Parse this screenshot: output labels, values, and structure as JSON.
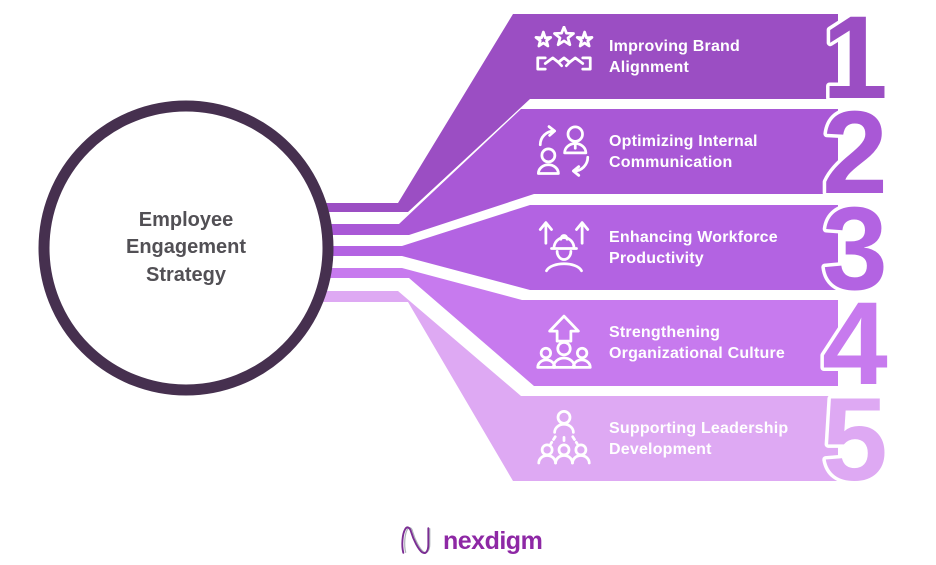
{
  "diagram_title": "Employee Engagement Strategy",
  "circle": {
    "label": "Employee Engagement Strategy",
    "stroke_color": "#46304F"
  },
  "items": [
    {
      "number": "1",
      "label": "Improving Brand Alignment",
      "icon": "stars-handshake-icon",
      "color": "#9B4EC3"
    },
    {
      "number": "2",
      "label": "Optimizing Internal Communication",
      "icon": "people-exchange-icon",
      "color": "#A958D6"
    },
    {
      "number": "3",
      "label": "Enhancing Workforce Productivity",
      "icon": "worker-growth-arrows-icon",
      "color": "#B363E2"
    },
    {
      "number": "4",
      "label": "Strengthening Organizational Culture",
      "icon": "team-up-arrow-icon",
      "color": "#C77AEE"
    },
    {
      "number": "5",
      "label": "Supporting Leadership Development",
      "icon": "leader-hierarchy-icon",
      "color": "#DEA9F3"
    }
  ],
  "footer": {
    "brand": "nexdigm",
    "brand_color": "#8E28A5"
  },
  "background": "#FFFFFF"
}
